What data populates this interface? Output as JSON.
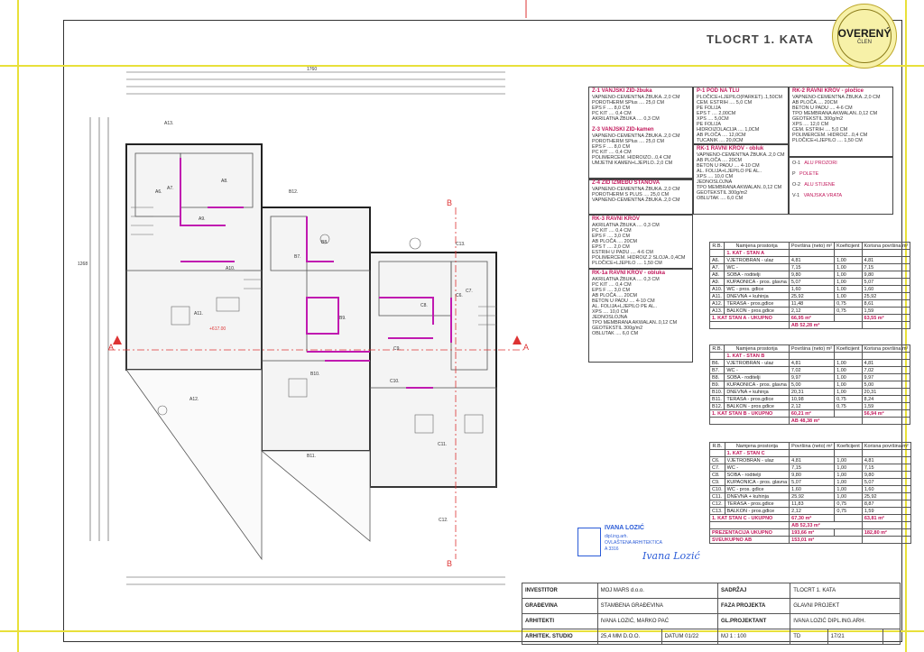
{
  "header": {
    "title": "TLOCRT 1. KATA"
  },
  "seal": {
    "main": "OVERENÝ",
    "sub": "ČLEN"
  },
  "legend_boxes": [
    {
      "code": "Z-1",
      "title": "VANJSKI ZID-žbuka",
      "lines": [
        "VAPNENO-CEMENTNA ŽBUKA..2,0 CM",
        "POROTHERM SPlus .... 25,0 CM",
        "EPS F .... 8,0 CM",
        "PC KIT .... 0,4 CM",
        "AKRILATNA ŽBUKA .... 0,3 CM"
      ]
    },
    {
      "code": "Z-3",
      "title": "VANJSKI ZID-kamen",
      "lines": [
        "VAPNENO-CEMENTNA ŽBUKA..2,0 CM",
        "POROTHERM SPlus .... 25,0 CM",
        "EPS F .... 8,0 CM",
        "PC KIT .... 0,4 CM",
        "POLIMERCEM. HIDROIZO...0,4 CM",
        "UMJETNI KAMEN+LJEPILO..2,0 CM"
      ]
    },
    {
      "code": "Z-4",
      "title": "ZID IZMEĐU STANOVA",
      "lines": [
        "VAPNENO-CEMENTNA ŽBUKA..2,0 CM",
        "POROTHERM S PLUS .... 25,0 CM",
        "VAPNENO-CEMENTNA ŽBUKA..2,0 CM"
      ]
    },
    {
      "code": "RK-3",
      "title": "RAVNI KROV",
      "lines": [
        "AKRILATNA ŽBUKA .... 0,3 CM",
        "PC KIT .... 0,4 CM",
        "EPS F .... 3,0 CM",
        "AB PLOČA .... 20CM",
        "EPS T .... 2,0 CM",
        "ESTRIH U PADU .... 4-6 CM",
        "POLIMERCEM. HIDROIZ.2 SLOJA..0,4CM",
        "PLOČICE+LJEPILO .... 1,50 CM"
      ]
    },
    {
      "code": "RK-1a",
      "title": "RAVNI KROV - obluka",
      "lines": [
        "AKRILATNA ŽBUKA .... 0,3 CM",
        "PC KIT .... 0,4 CM",
        "EPS F .... 3,0 CM",
        "AB PLOČA .... 20CM",
        "BETON U PADU .... 4-10 CM",
        "AL. FOLIJA+LJEPILO PE AL..",
        "XPS .... 10,0 CM",
        "JEDNOSLOJNA",
        "TPO MEMBRANA AKWALAN..0,12 CM",
        "GEOTEKSTIL 300g/m2",
        "OBLUTAK .... 6,0 CM"
      ]
    },
    {
      "code": "P-1",
      "title": "POD NA TLU",
      "lines": [
        "PLOČICE+LJEPILO(PARKET)..1,50CM",
        "CEM. ESTRIH .... 5,0 CM",
        "PE FOLIJA",
        "EPS T .... 2,00CM",
        "XPS .... 5,0CM",
        "PE FOLIJA",
        "HIDROIZOLACIJA .... 1,0CM",
        "AB PLOČA .... 12,0CM",
        "TUCANIK .... 20,0CM"
      ]
    },
    {
      "code": "RK-1",
      "title": "RAVNI KROV - obluk",
      "lines": [
        "VAPNENO-CEMENTNA ŽBUKA..2,0 CM",
        "AB PLOČA .... 20CM",
        "BETON U PADU .... 4-10 CM",
        "AL. FOLIJA+LJEPILO PE AL..",
        "XPS .... 10,0 CM",
        "JEDNOSLOJNA",
        "TPO MEMBRANA AKWALAN..0,12 CM",
        "GEOTEKSTIL 300g/m2",
        "OBLUTAK .... 6,0 CM"
      ]
    },
    {
      "code": "RK-2",
      "title": "RAVNI KROV - pločice",
      "lines": [
        "VAPNENO-CEMENTNA ŽBUKA..2,0 CM",
        "AB PLOČA .... 20CM",
        "BETON U PADU .... 4-6 CM",
        "TPO MEMBRANA AKWALAN..0,12 CM",
        "GEOTEKSTIL 300g/m2",
        "XPS .... 12,0 CM",
        "CEM. ESTRIH .... 5,0 CM",
        "POLIMERCEM. HIDROIZ...0,4 CM",
        "PLOČICE+LJEPILO .... 1,50 CM"
      ]
    }
  ],
  "openings": [
    {
      "code": "O-1",
      "label": "ALU PROZORI"
    },
    {
      "code": "P",
      "label": "POLETE"
    },
    {
      "code": "O-2",
      "label": "ALU STIJENE"
    },
    {
      "code": "V-1",
      "label": "VANJSKA VRATA"
    }
  ],
  "tables": [
    {
      "header": [
        "R.B.",
        "Namjena prostorija",
        "Površina (neto) m²",
        "Koeficijent",
        "Korisna površina m²"
      ],
      "title": "1. KAT - STAN A",
      "rows": [
        [
          "A6.",
          "VJETROBRAN - ulaz",
          "4,81",
          "1,00",
          "4,81"
        ],
        [
          "A7.",
          "WC - ",
          "7,15",
          "1,00",
          "7,15"
        ],
        [
          "A8.",
          "SOBA - roditelji",
          "9,80",
          "1,00",
          "9,80"
        ],
        [
          "A9.",
          "KUPAONICA - pros. glavna",
          "5,07",
          "1,00",
          "5,07"
        ],
        [
          "A10.",
          "WC - pros. gđice",
          "1,60",
          "1,00",
          "1,60"
        ],
        [
          "A11.",
          "DNEVNA + kuhinja",
          "25,92",
          "1,00",
          "25,92"
        ],
        [
          "A12.",
          "TERASA - pros.gđice",
          "11,48",
          "0,75",
          "8,61"
        ],
        [
          "A13.",
          "BALKON - pros.gđice",
          "2,12",
          "0,75",
          "1,59"
        ]
      ],
      "sum": [
        "1. KAT STAN A - UKUPNO",
        "66,95 m²",
        "",
        "63,55 m²"
      ],
      "extra": "AB 52,28 m²"
    },
    {
      "header": [
        "R.B.",
        "Namjena prostorija",
        "Površina (neto) m²",
        "Koeficijent",
        "Korisna površina m²"
      ],
      "title": "1. KAT - STAN B",
      "rows": [
        [
          "B6.",
          "VJETROBRAN - ulaz",
          "4,81",
          "1,00",
          "4,81"
        ],
        [
          "B7.",
          "WC - ",
          "7,02",
          "1,00",
          "7,02"
        ],
        [
          "B8.",
          "SOBA - roditelji",
          "9,97",
          "1,00",
          "9,97"
        ],
        [
          "B9.",
          "KUPAONICA - pros. glavna",
          "5,00",
          "1,00",
          "5,00"
        ],
        [
          "B10.",
          "DNEVNA + kuhinja",
          "20,31",
          "1,00",
          "20,31"
        ],
        [
          "B11.",
          "TERASA - pros.gđice",
          "10,98",
          "0,75",
          "8,24"
        ],
        [
          "B12.",
          "BALKON - pros.gđice",
          "2,12",
          "0,75",
          "1,59"
        ]
      ],
      "sum": [
        "1. KAT STAN B - UKUPNO",
        "60,21 m²",
        "",
        "56,94 m²"
      ],
      "extra": "AB 48,38 m²"
    },
    {
      "header": [
        "R.B.",
        "Namjena prostorija",
        "Površina (neto) m²",
        "Koeficijent",
        "Korisna površina m²"
      ],
      "title": "1. KAT - STAN C",
      "rows": [
        [
          "C6.",
          "VJETROBRAN - ulaz",
          "4,81",
          "1,00",
          "4,81"
        ],
        [
          "C7.",
          "WC - ",
          "7,15",
          "1,00",
          "7,15"
        ],
        [
          "C8.",
          "SOBA - roditelji",
          "9,80",
          "1,00",
          "9,80"
        ],
        [
          "C9.",
          "KUPAONICA - pros. glavna",
          "5,07",
          "1,00",
          "5,07"
        ],
        [
          "C10.",
          "WC - pros. gđice",
          "1,60",
          "1,00",
          "1,60"
        ],
        [
          "C11.",
          "DNEVNA + kuhinja",
          "25,92",
          "1,00",
          "25,92"
        ],
        [
          "C12.",
          "TERASA - pros.gđice",
          "11,83",
          "0,75",
          "8,87"
        ],
        [
          "C13.",
          "BALKON - pros.gđice",
          "2,12",
          "0,75",
          "1,59"
        ]
      ],
      "sum": [
        "1. KAT STAN C - UKUPNO",
        "67,30 m²",
        "",
        "63,81 m²"
      ],
      "extra": "AB 52,33 m²"
    }
  ],
  "totals": {
    "label": "PREZENTACIJA UKUPNO",
    "neto": "193,66 m²",
    "korisna": "182,80 m²",
    "alt_label": "SVEUKUPNO AB",
    "alt_value": "153,01 m²"
  },
  "stamp": {
    "name": "IVANA LOZIĆ",
    "l1": "dipl.ing.arh.",
    "l2": "OVLAŠTENA ARHITEKTICA",
    "l3": "A 3316",
    "sig": "Ivana Lozić"
  },
  "titleblock": {
    "investitor_lbl": "INVESTITOR",
    "investitor": "MOJ MARS d.o.o.",
    "sadrzaj_lbl": "SADRŽAJ",
    "sadrzaj": "TLOCRT 1. KATA",
    "gradevina_lbl": "GRAĐEVINA",
    "gradevina": "STAMBENA GRAĐEVINA",
    "faza_lbl": "FAZA PROJEKTA",
    "faza": "GLAVNI PROJEKT",
    "arhitekti_lbl": "ARHITEKTI",
    "arhitekti": "IVANA LOZIĆ, MARKO PAĆ",
    "glproj_lbl": "GL.PROJEKTANT",
    "glproj": "IVANA LOZIĆ  DIPL.ING.ARH.",
    "studio_lbl": "ARHITEK. STUDIO",
    "studio": "25,4 MM D.O.O.",
    "datum_lbl": "DATUM",
    "datum": "01/22",
    "mj_lbl": "MJ",
    "mj": "1 : 100",
    "td_lbl": "TD",
    "td": "17/21"
  },
  "plan_labels": {
    "section_a": "A",
    "section_b": "B",
    "dim_total": "1760",
    "dim_left": "1268",
    "rooms": [
      "A6.",
      "A7.",
      "A8.",
      "A9.",
      "A10.",
      "A11.",
      "A12.",
      "A13.",
      "B7.",
      "B8.",
      "B9.",
      "B10.",
      "B11.",
      "B12.",
      "C6.",
      "C7.",
      "C8.",
      "C9.",
      "C10.",
      "C11.",
      "C12.",
      "C13."
    ],
    "level": "+617.00"
  }
}
